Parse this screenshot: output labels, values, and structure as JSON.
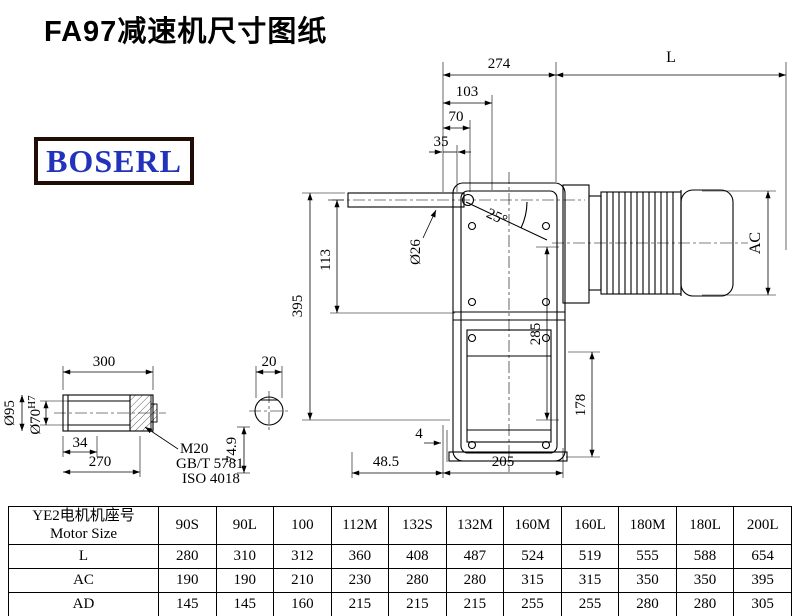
{
  "title": "FA97减速机尺寸图纸",
  "logo": "BOSERL",
  "drawing": {
    "dims": {
      "w274": "274",
      "L": "L",
      "w103": "103",
      "w70": "70",
      "w35": "35",
      "angle25": "25°",
      "dia26": "Ø26",
      "h395": "395",
      "h113": "113",
      "h285": "285",
      "AC": "AC",
      "h178": "178",
      "n4": "4",
      "w48_5": "48.5",
      "w205": "205",
      "shaft_len": "300",
      "dia95": "Ø95",
      "dia70": "Ø70",
      "dia70_tol": "H7",
      "w34": "34",
      "w270": "270",
      "thread": "M20",
      "std1": "GB/T 5781",
      "std2": "ISO 4018",
      "h74_9": "74.9",
      "w20": "20"
    }
  },
  "table": {
    "header_cn": "YE2电机机座号",
    "header_en": "Motor Size",
    "columns": [
      "90S",
      "90L",
      "100",
      "112M",
      "132S",
      "132M",
      "160M",
      "160L",
      "180M",
      "180L",
      "200L"
    ],
    "rows": [
      {
        "label": "L",
        "values": [
          "280",
          "310",
          "312",
          "360",
          "408",
          "487",
          "524",
          "519",
          "555",
          "588",
          "654"
        ]
      },
      {
        "label": "AC",
        "values": [
          "190",
          "190",
          "210",
          "230",
          "280",
          "280",
          "315",
          "315",
          "350",
          "350",
          "395"
        ]
      },
      {
        "label": "AD",
        "values": [
          "145",
          "145",
          "160",
          "215",
          "215",
          "215",
          "255",
          "255",
          "280",
          "280",
          "305"
        ]
      }
    ]
  }
}
